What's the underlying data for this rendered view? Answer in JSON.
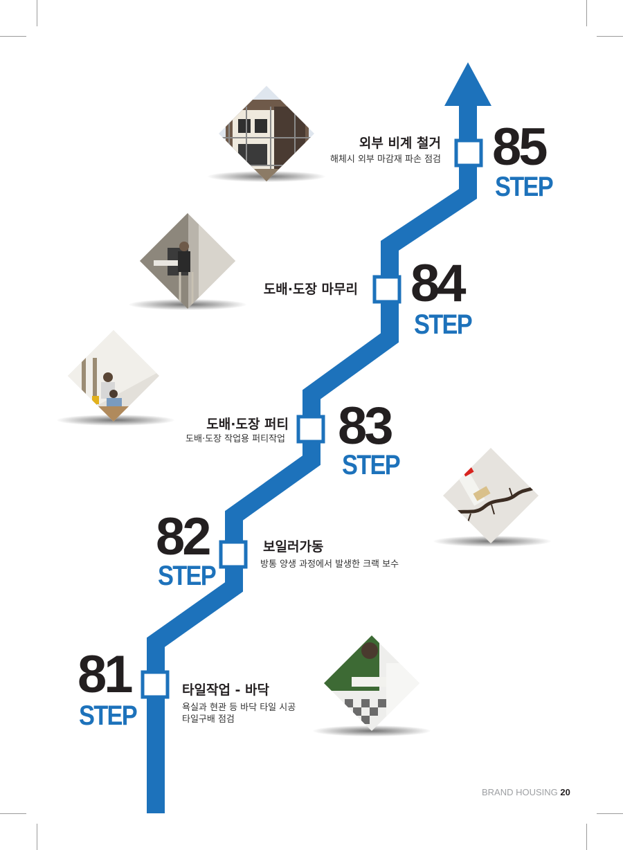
{
  "colors": {
    "line": "#1d72bb",
    "number": "#231f20",
    "step": "#1d72bb"
  },
  "steps": [
    {
      "number": "81",
      "word": "STEP",
      "title": "타일작업 - 바닥",
      "desc": [
        "욕실과 현관 등 바닥 타일 시공",
        "타일구배 점검"
      ],
      "photo": "tile-floor-work-photo"
    },
    {
      "number": "82",
      "word": "STEP",
      "title": "보일러가동",
      "desc": [
        "방통 양생 과정에서 발생한 크랙 보수"
      ],
      "photo": "crack-repair-photo"
    },
    {
      "number": "83",
      "word": "STEP",
      "title": "도배·도장 퍼티",
      "desc": [
        "도배·도장 작업용 퍼티작업"
      ],
      "photo": "putty-work-photo"
    },
    {
      "number": "84",
      "word": "STEP",
      "title": "도배·도장 마무리",
      "desc": [],
      "photo": "painting-finish-photo"
    },
    {
      "number": "85",
      "word": "STEP",
      "title": "외부 비계 철거",
      "desc": [
        "해체시 외부 마감재 파손 점검"
      ],
      "photo": "scaffold-removal-photo"
    }
  ],
  "footer": {
    "brand": "BRAND HOUSING",
    "page": "20"
  }
}
